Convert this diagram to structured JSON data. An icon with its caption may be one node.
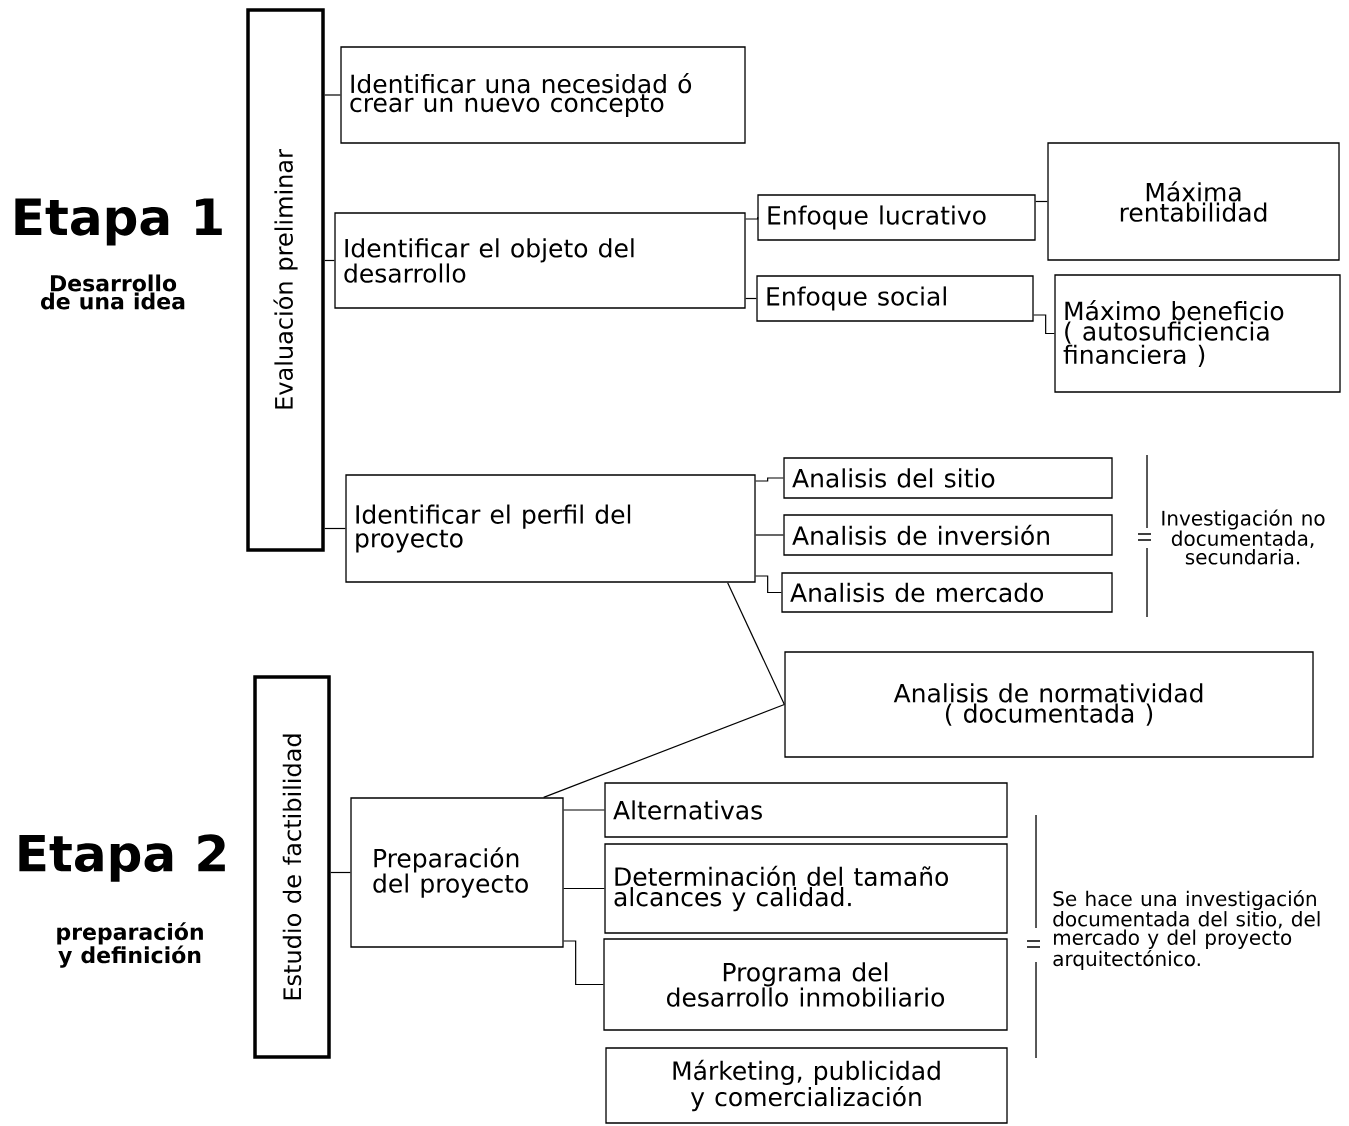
{
  "diagram": {
    "nodes": [
      {
        "text": [
          "Evaluación preliminar"
        ]
      },
      {
        "text": [
          "Identificar una necesidad ó crear un nuevo concepto"
        ]
      },
      {
        "text": [
          "Identificar el objeto del desarrollo"
        ]
      },
      {
        "text": [
          "Enfoque lucrativo"
        ]
      },
      {
        "text": [
          "Enfoque social"
        ]
      },
      {
        "text": [
          "Máxima rentabilidad"
        ]
      },
      {
        "text": [
          "Máximo beneficio ( autosuficiencia financiera )"
        ]
      },
      {
        "text": [
          "Identificar el perfil del proyecto"
        ]
      },
      {
        "text": [
          "Analisis del sitio"
        ]
      },
      {
        "text": [
          "Analisis de inversión"
        ]
      },
      {
        "text": [
          "Analisis de mercado"
        ]
      },
      {
        "text": [
          "Analisis de normatividad ( documentada )"
        ]
      },
      {
        "text": [
          "Estudio de factibilidad"
        ]
      },
      {
        "text": [
          "Preparación del proyecto"
        ]
      },
      {
        "text": [
          "Alternativas"
        ]
      },
      {
        "text": [
          "Determinación del tamaño alcances y calidad."
        ]
      },
      {
        "text": [
          "Programa del desarrollo inmobiliario"
        ]
      },
      {
        "text": [
          "Márketing, publicidad y comercialización"
        ]
      }
    ],
    "edges": [
      {
        "from": 0,
        "to": 1,
        "arrow": "none"
      },
      {
        "from": 0,
        "to": 2,
        "arrow": "none"
      },
      {
        "from": 0,
        "to": 7,
        "arrow": "none"
      },
      {
        "from": 2,
        "to": 3,
        "arrow": "none"
      },
      {
        "from": 2,
        "to": 4,
        "arrow": "none"
      },
      {
        "from": 3,
        "to": 5,
        "arrow": "none"
      },
      {
        "from": 4,
        "to": 6,
        "arrow": "none"
      },
      {
        "from": 7,
        "to": 8,
        "arrow": "none"
      },
      {
        "from": 7,
        "to": 9,
        "arrow": "none"
      },
      {
        "from": 7,
        "to": 10,
        "arrow": "none"
      },
      {
        "from": 7,
        "to": 11,
        "arrow": "none"
      },
      {
        "from": 11,
        "to": 13,
        "arrow": "none"
      },
      {
        "from": 12,
        "to": 13,
        "arrow": "none"
      },
      {
        "from": 13,
        "to": 14,
        "arrow": "none"
      },
      {
        "from": 13,
        "to": 15,
        "arrow": "none"
      },
      {
        "from": 13,
        "to": 16,
        "arrow": "none"
      }
    ],
    "labels": [
      "Etapa 1",
      "Desarrollo de una idea",
      "Investigación no documentada, secundaria.",
      "Etapa 2",
      "preparación y definición",
      "Se hace una investigación documentada del sitio, del mercado y del proyecto arquitectónico."
    ]
  }
}
